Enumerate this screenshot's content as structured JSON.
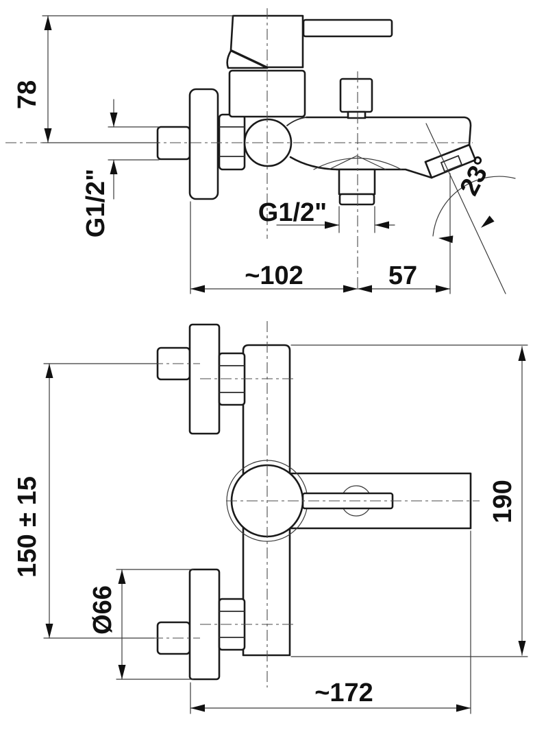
{
  "style": {
    "background": "#ffffff",
    "line_color": "#1a1a1a",
    "text_color": "#111111"
  },
  "dimensions": {
    "side_view": {
      "height_to_axis": "78",
      "wall_inlet_thread": "G1/2\"",
      "shower_outlet_thread": "G1/2\"",
      "wall_to_shower_outlet": "~102",
      "shower_outlet_to_spout_tip": "57",
      "spout_angle": "23°"
    },
    "front_view": {
      "pipe_spacing": "150 ± 15",
      "flange_diameter": "Ø66",
      "overall_height": "190",
      "overall_width": "~172"
    }
  }
}
